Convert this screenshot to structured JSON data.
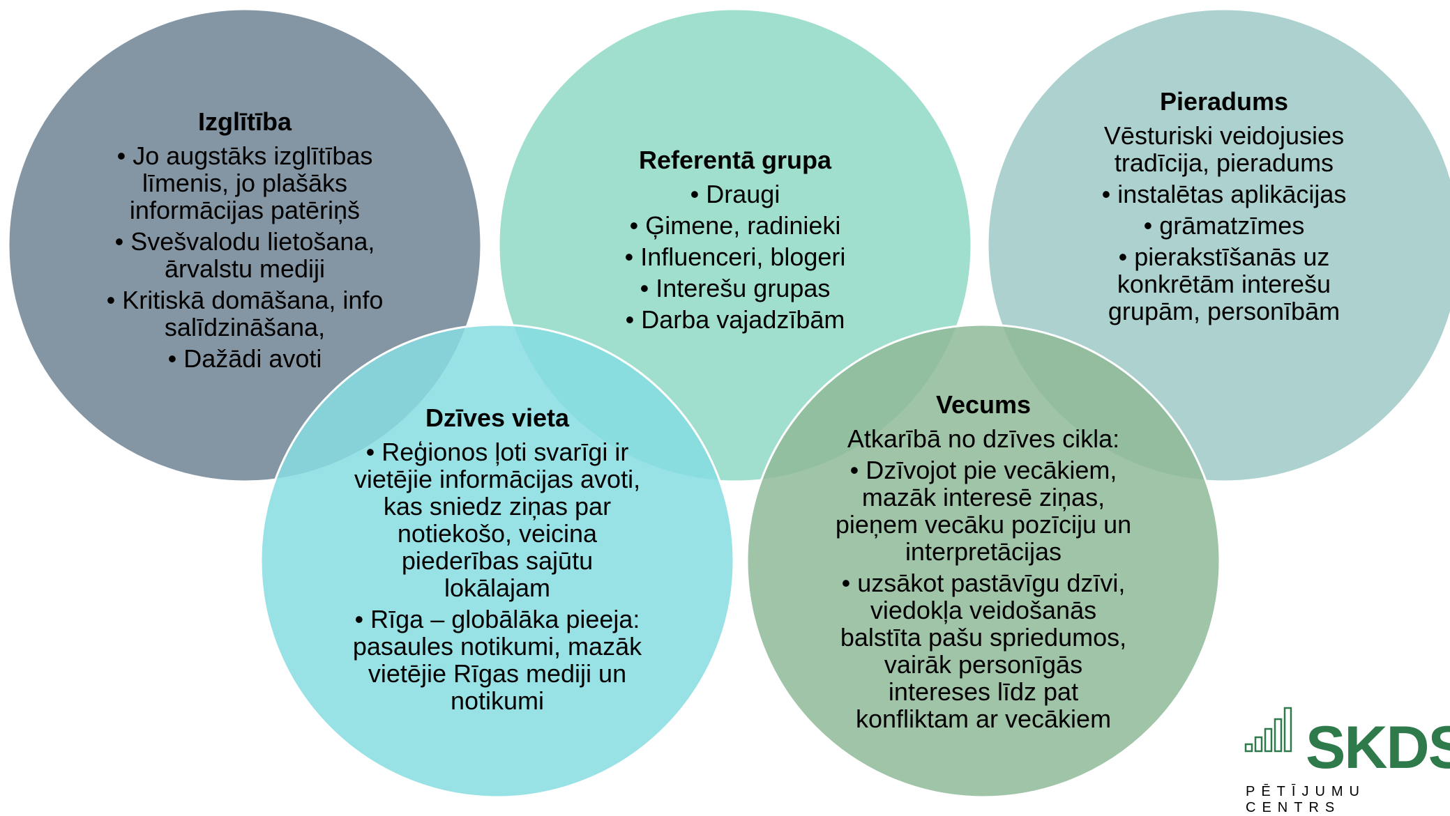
{
  "colors": {
    "izglitiba": "#6f8293",
    "referenta": "#8fd9c4",
    "pieradums": "#9ec9c6",
    "dzives_vieta": "#86dde2",
    "vecums": "#8fba98",
    "logo": "#2e7a4a"
  },
  "circles": {
    "izglitiba": {
      "title": "Izglītība",
      "items": [
        "Jo augstāks  izglītības līmenis, jo plašāks informācijas patēriņš",
        "Svešvalodu lietošana, ārvalstu mediji",
        "Kritiskā domāšana, info salīdzināšana,",
        "Dažādi avoti"
      ]
    },
    "referenta": {
      "title": "Referentā grupa",
      "items": [
        "Draugi",
        "Ģimene, radinieki",
        "Influenceri, blogeri",
        "Interešu grupas",
        "Darba vajadzībām"
      ]
    },
    "pieradums": {
      "title": "Pieradums",
      "intro": "Vēsturiski veidojusies tradīcija, pieradums",
      "items": [
        "instalētas aplikācijas",
        "grāmatzīmes",
        "pierakstīšanās uz konkrētām interešu grupām, personībām"
      ]
    },
    "dzives_vieta": {
      "title": "Dzīves vieta",
      "items": [
        "Reģionos ļoti svarīgi ir vietējie informācijas avoti, kas sniedz ziņas par notiekošo, veicina piederības sajūtu lokālajam",
        "Rīga – globālāka pieeja: pasaules notikumi, mazāk vietējie Rīgas mediji un notikumi"
      ]
    },
    "vecums": {
      "title": "Vecums",
      "intro": "Atkarībā no dzīves cikla:",
      "items": [
        "Dzīvojot pie vecākiem, mazāk interesē ziņas, pieņem vecāku pozīciju un interpretācijas",
        "uzsākot pastāvīgu dzīvi, viedokļa veidošanās balstīta pašu spriedumos, vairāk personīgās intereses līdz pat konfliktam ar vecākiem"
      ]
    }
  },
  "logo": {
    "name": "SKDS",
    "subtitle": "PĒTĪJUMU CENTRS"
  }
}
